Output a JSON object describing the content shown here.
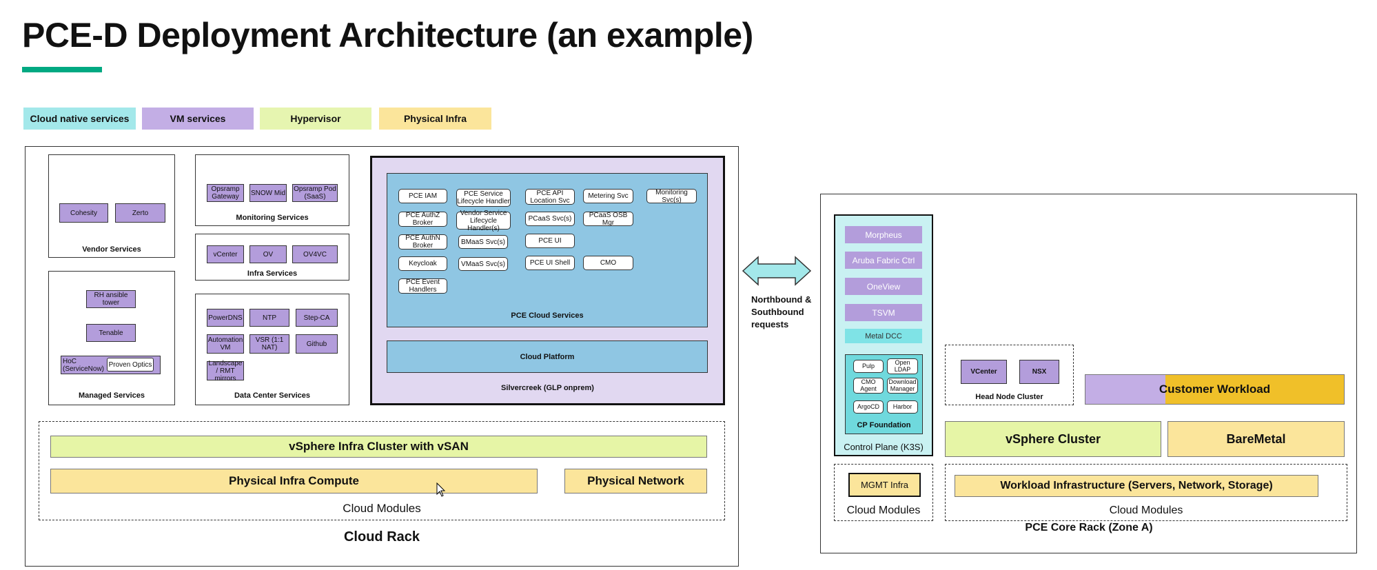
{
  "title": "PCE-D Deployment Architecture (an example)",
  "legend": [
    {
      "label": "Cloud native services",
      "color": "#a3e8ea"
    },
    {
      "label": "VM services",
      "color": "#c3aee5"
    },
    {
      "label": "Hypervisor",
      "color": "#e6f5b0"
    },
    {
      "label": "Physical Infra",
      "color": "#fbe59b"
    }
  ],
  "cloud_rack": {
    "title": "Cloud Rack",
    "vendor_services": {
      "title": "Vendor Services",
      "items": [
        "Cohesity",
        "Zerto"
      ]
    },
    "managed_services": {
      "title": "Managed Services",
      "items": [
        "RH ansible tower",
        "Tenable",
        "HoC (ServiceNow)",
        "Proven Optics"
      ]
    },
    "monitoring_services": {
      "title": "Monitoring Services",
      "items": [
        "Opsramp Gateway",
        "SNOW Mid",
        "Opsramp Pod (SaaS)"
      ]
    },
    "infra_services": {
      "title": "Infra Services",
      "items": [
        "vCenter",
        "OV",
        "OV4VC"
      ]
    },
    "dc_services": {
      "title": "Data Center Services",
      "items": [
        "PowerDNS",
        "NTP",
        "Step-CA",
        "Automation VM",
        "VSR (1:1 NAT)",
        "Github",
        "Landscape / RMT mirrors"
      ]
    },
    "silvercreek": {
      "title": "Silvercreek (GLP onprem)",
      "pce_cloud_services": {
        "title": "PCE Cloud Services",
        "items": [
          "PCE IAM",
          "PCE AuthZ Broker",
          "PCE AuthN Broker",
          "Keycloak",
          "PCE Event Handlers",
          "PCE Service Lifecycle Handler",
          "Vendor Service Lifecycle Handler(s)",
          "BMaaS Svc(s)",
          "VMaaS Svc(s)",
          "PCE API Location Svc",
          "PCaaS Svc(s)",
          "PCE UI",
          "PCE UI Shell",
          "Metering Svc",
          "PCaaS OSB Mgr",
          "CMO",
          "Monitoring Svc(s)"
        ]
      },
      "cloud_platform": "Cloud Platform"
    },
    "cloud_modules": {
      "label": "Cloud Modules",
      "vsphere": "vSphere Infra Cluster with vSAN",
      "compute": "Physical Infra Compute",
      "network": "Physical Network"
    }
  },
  "arrow_label": "Northbound & Southbound requests",
  "core_rack": {
    "title": "PCE Core Rack (Zone A)",
    "control_plane": {
      "title": "Control Plane (K3S)",
      "items": [
        "Morpheus",
        "Aruba Fabric Ctrl",
        "OneView",
        "TSVM"
      ],
      "metal_dcc": "Metal DCC",
      "cp_foundation": {
        "title": "CP Foundation",
        "items": [
          "Pulp",
          "Open LDAP",
          "CMO Agent",
          "Download Manager",
          "ArgoCD",
          "Harbor"
        ]
      }
    },
    "head_node": {
      "title": "Head Node Cluster",
      "items": [
        "VCenter",
        "NSX"
      ]
    },
    "customer_workload": "Customer Workload",
    "vsphere_cluster": "vSphere Cluster",
    "baremetal": "BareMetal",
    "mgmt_infra": "MGMT Infra",
    "cloud_modules_left": "Cloud Modules",
    "workload_infra": "Workload Infrastructure (Servers, Network, Storage)",
    "cloud_modules_right": "Cloud Modules"
  }
}
